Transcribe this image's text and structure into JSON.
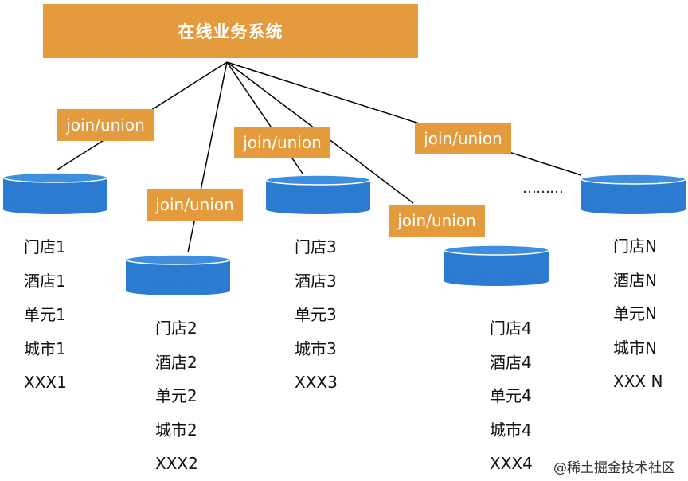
{
  "system": {
    "title": "在线业务系统"
  },
  "edge_label": "join/union",
  "ellipsis": "………",
  "databases": [
    {
      "items": [
        "门店1",
        "酒店1",
        "单元1",
        "城市1",
        "XXX1"
      ]
    },
    {
      "items": [
        "门店2",
        "酒店2",
        "单元2",
        "城市2",
        "XXX2"
      ]
    },
    {
      "items": [
        "门店3",
        "酒店3",
        "单元3",
        "城市3",
        "XXX3"
      ]
    },
    {
      "items": [
        "门店4",
        "酒店4",
        "单元4",
        "城市4",
        "XXX4"
      ]
    },
    {
      "items": [
        "门店N",
        "酒店N",
        "单元N",
        "城市N",
        "XXX N"
      ]
    }
  ],
  "watermark": "@稀土掘金技术社区",
  "colors": {
    "orange": "#E39B3D",
    "db_blue": "#2B7BD0",
    "db_top": "#3E8FE0"
  }
}
